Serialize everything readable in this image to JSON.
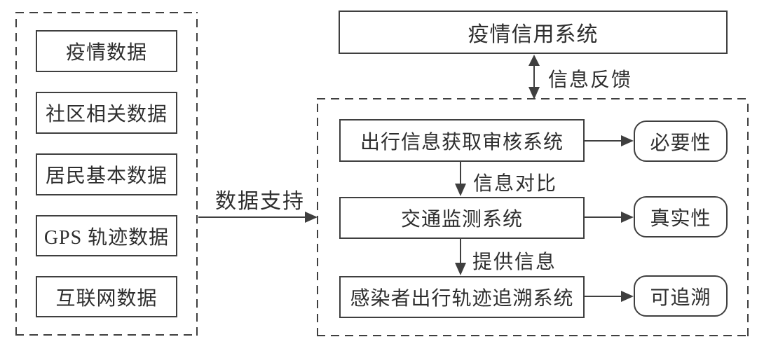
{
  "diagram": {
    "colors": {
      "line": "#3f3f3f",
      "text": "#2e2e2e",
      "background": "#ffffff"
    },
    "left_panel": {
      "boxes": [
        {
          "label": "疫情数据"
        },
        {
          "label": "社区相关数据"
        },
        {
          "label": "居民基本数据"
        },
        {
          "label": "GPS 轨迹数据"
        },
        {
          "label": "互联网数据"
        }
      ]
    },
    "top_box": {
      "label": "疫情信用系统"
    },
    "edges": {
      "data_support": "数据支持",
      "info_feedback": "信息反馈",
      "info_compare": "信息对比",
      "provide_info": "提供信息"
    },
    "right_panel": {
      "rows": [
        {
          "box": "出行信息获取审核系统",
          "tag": "必要性"
        },
        {
          "box": "交通监测系统",
          "tag": "真实性"
        },
        {
          "box": "感染者出行轨迹追溯系统",
          "tag": "可追溯"
        }
      ]
    }
  }
}
